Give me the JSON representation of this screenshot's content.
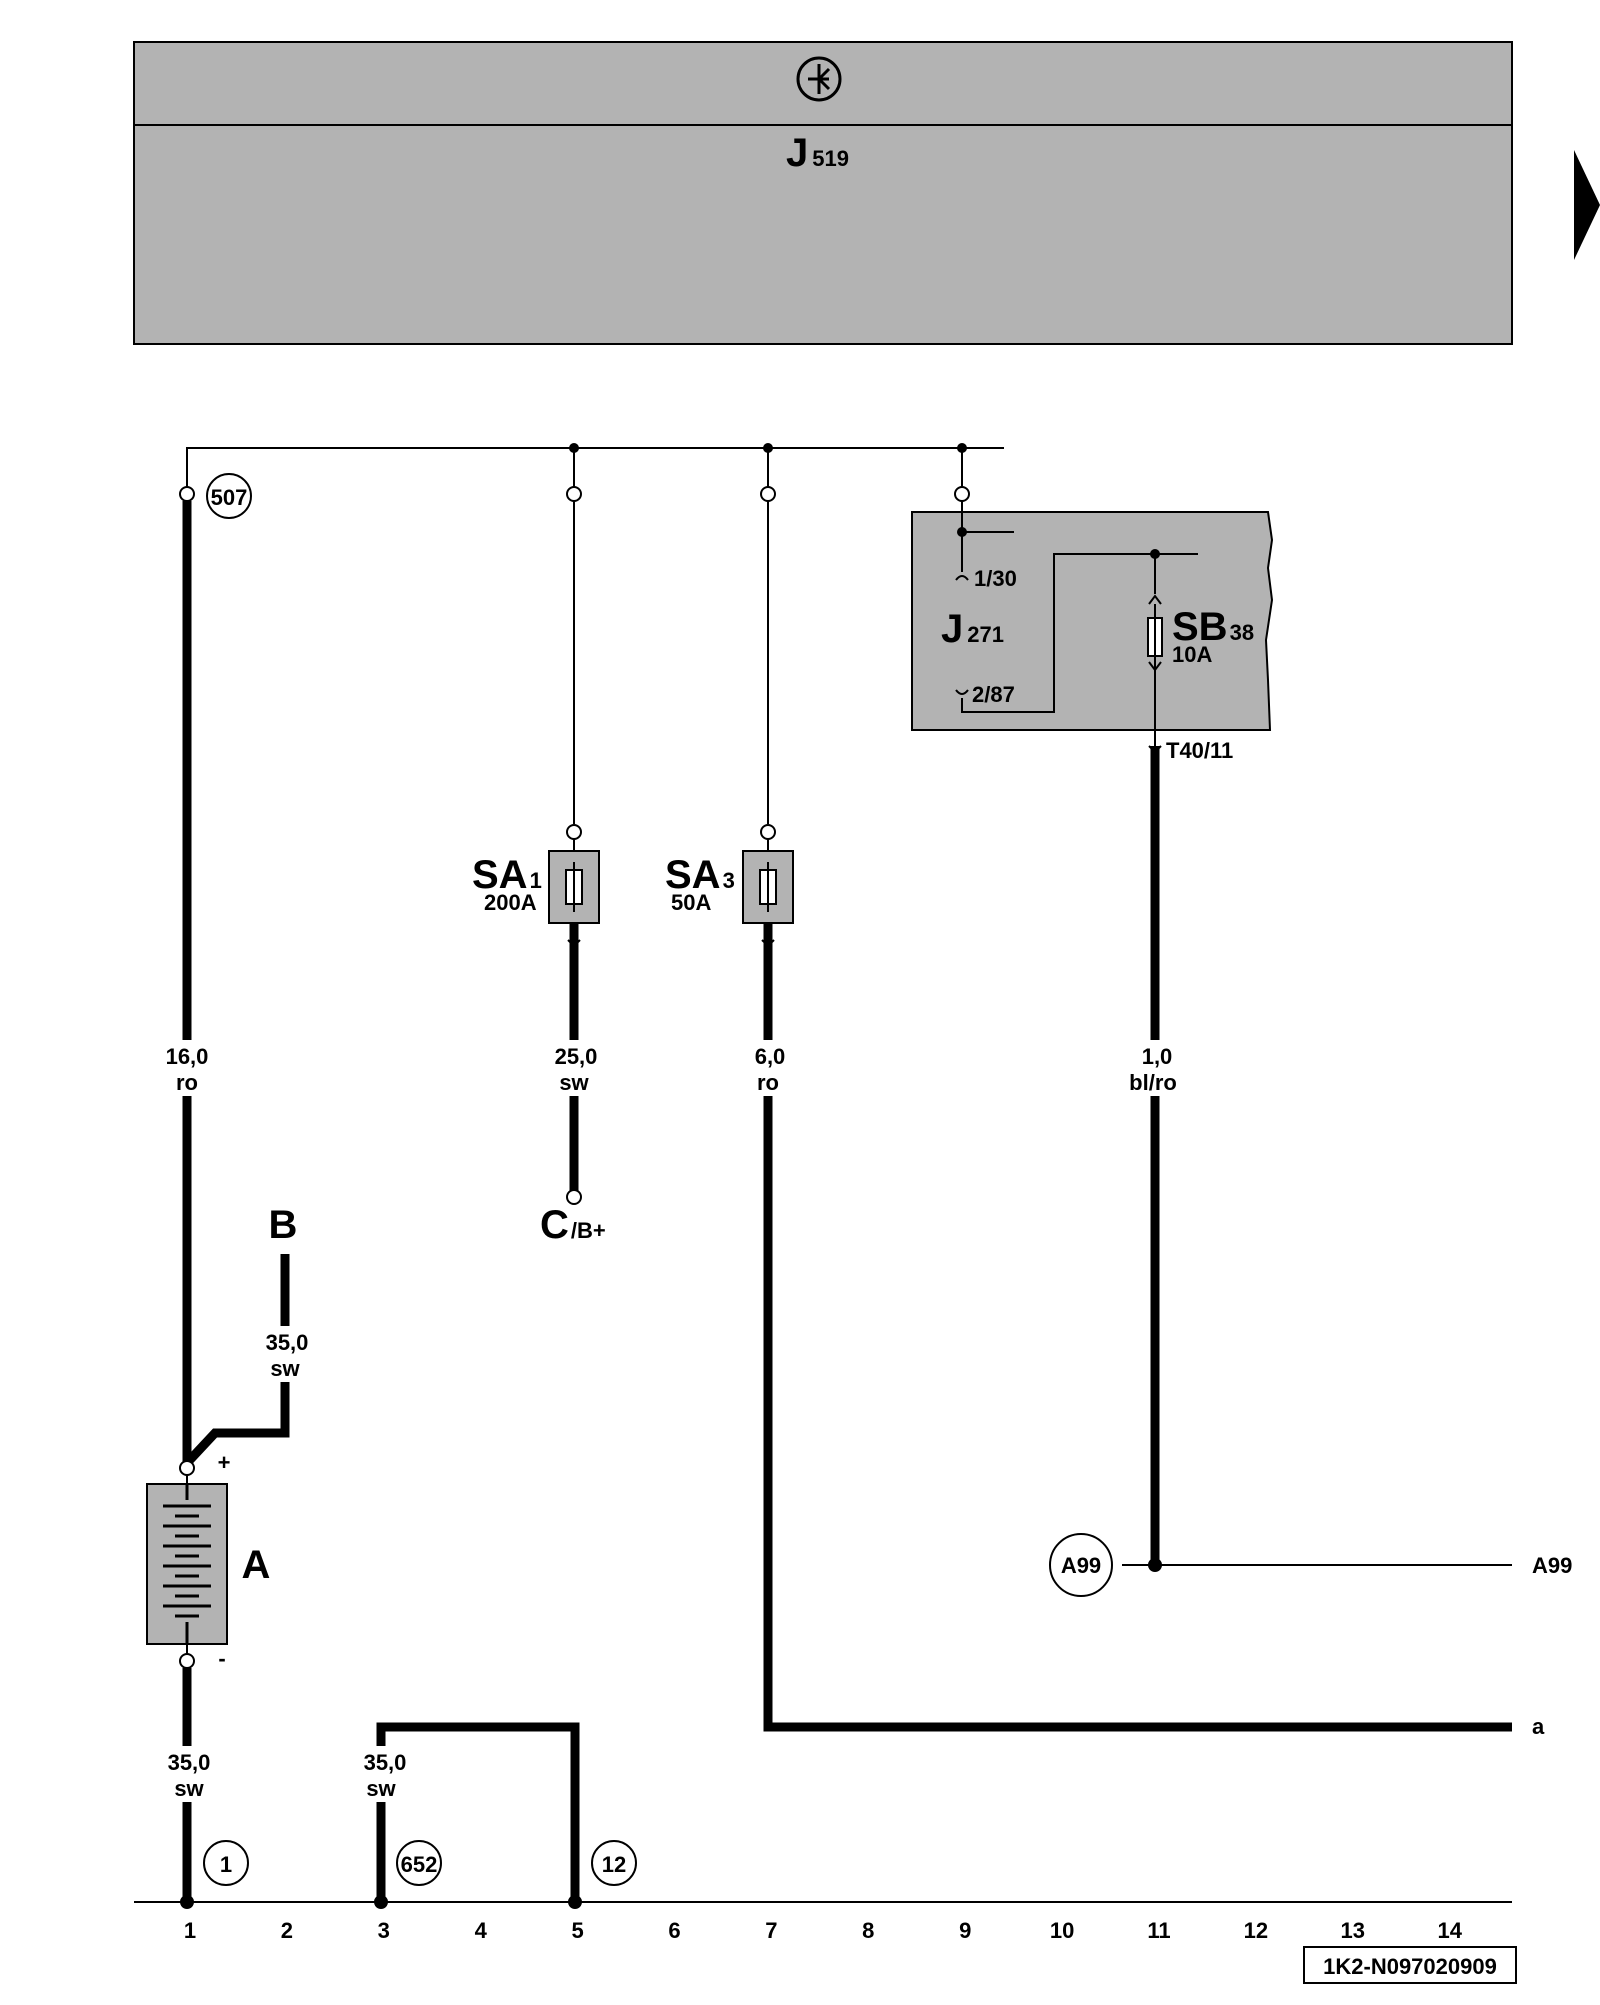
{
  "header": {
    "module_main": "J",
    "module_sub": "519",
    "icon": "transistor-switch-icon"
  },
  "relay_box": {
    "name_main": "J",
    "name_sub": "271",
    "pin_in": "1/30",
    "pin_out": "2/87",
    "fuse_main": "SB",
    "fuse_sub": "38",
    "fuse_rating": "10A",
    "connector": "T40/11"
  },
  "fuses": [
    {
      "main": "SA",
      "sub": "1",
      "rating": "200A"
    },
    {
      "main": "SA",
      "sub": "3",
      "rating": "50A"
    }
  ],
  "wires": [
    {
      "size": "16,0",
      "color": "ro"
    },
    {
      "size": "25,0",
      "color": "sw"
    },
    {
      "size": "6,0",
      "color": "ro"
    },
    {
      "size": "1,0",
      "color": "bl/ro"
    },
    {
      "size": "35,0",
      "color": "sw"
    },
    {
      "size": "35,0",
      "color": "sw"
    },
    {
      "size": "35,0",
      "color": "sw"
    }
  ],
  "terminals": {
    "B": "B",
    "C_main": "C",
    "C_sub": "/B+",
    "battery": "A",
    "plus": "+",
    "minus": "-"
  },
  "circles": [
    "507",
    "A99",
    "1",
    "652",
    "12"
  ],
  "right_labels": {
    "a99": "A99",
    "a": "a"
  },
  "ruler": [
    "1",
    "2",
    "3",
    "4",
    "5",
    "6",
    "7",
    "8",
    "9",
    "10",
    "11",
    "12",
    "13",
    "14"
  ],
  "doc_id": "1K2-N097020909"
}
